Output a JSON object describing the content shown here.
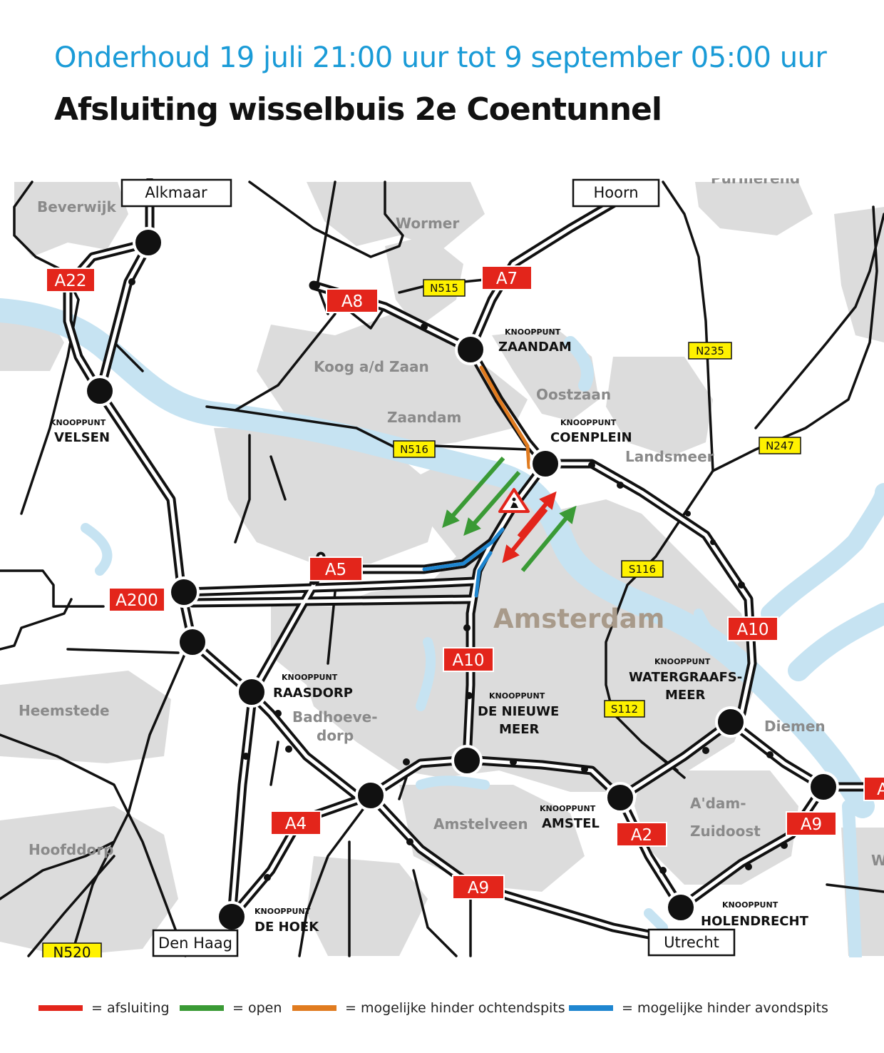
{
  "header": {
    "subtitle": "Onderhoud 19 juli 21:00 uur tot 9 september 05:00 uur",
    "title": "Afsluiting wisselbuis 2e Coentunnel"
  },
  "colors": {
    "closure": "#e3251b",
    "open": "#3a9a35",
    "morning": "#e07b1f",
    "evening": "#1f86d0",
    "water": "#c6e3f2",
    "urban": "#dcdcdc",
    "shield": "#e3251b",
    "n_shield": "#fff200"
  },
  "cities": {
    "alkmaar": "Alkmaar",
    "hoorn": "Hoorn",
    "den_haag": "Den Haag",
    "utrecht": "Utrecht",
    "purmerend": "Purmerend"
  },
  "places": {
    "beverwijk": "Beverwijk",
    "wormer": "Wormer",
    "koog": "Koog a/d Zaan",
    "zaandam": "Zaandam",
    "oostzaan": "Oostzaan",
    "landsmeer": "Landsmeer",
    "amsterdam": "Amsterdam",
    "heemstede": "Heemstede",
    "badhoevedorp_1": "Badhoeve-",
    "badhoevedorp_2": "dorp",
    "hoofddorp": "Hoofddorp",
    "amstelveen": "Amstelveen",
    "diemen": "Diemen",
    "zuidoost_1": "A'dam-",
    "zuidoost_2": "Zuidoost",
    "w_edge": "W"
  },
  "junctions": {
    "prefix": "KNOOPPUNT",
    "zaandam": "ZAANDAM",
    "coenplein": "COENPLEIN",
    "velsen": "VELSEN",
    "raasdorp": "RAASDORP",
    "nieuwe_meer_1": "DE NIEUWE",
    "nieuwe_meer_2": "MEER",
    "watergraafsmeer_1": "WATERGRAAFS-",
    "watergraafsmeer_2": "MEER",
    "amstel": "AMSTEL",
    "holendrecht": "HOLENDRECHT",
    "de_hoek": "DE HOEK"
  },
  "roads": {
    "a22": "A22",
    "a7": "A7",
    "a8": "A8",
    "n515": "N515",
    "n235": "N235",
    "n516": "N516",
    "n247": "N247",
    "a5": "A5",
    "a200": "A200",
    "s116": "S116",
    "a10_west": "A10",
    "a10_east": "A10",
    "s112": "S112",
    "a4": "A4",
    "a2": "A2",
    "a9_east": "A9",
    "a9_south": "A9",
    "n520": "N520",
    "a1_edge": "A"
  },
  "legend": {
    "closure": "= afsluiting",
    "open": "= open",
    "morning": "= mogelijke hinder ochtendspits",
    "evening": "= mogelijke hinder avondspits"
  },
  "icons": {
    "roadwork": "roadwork-warning-icon"
  }
}
